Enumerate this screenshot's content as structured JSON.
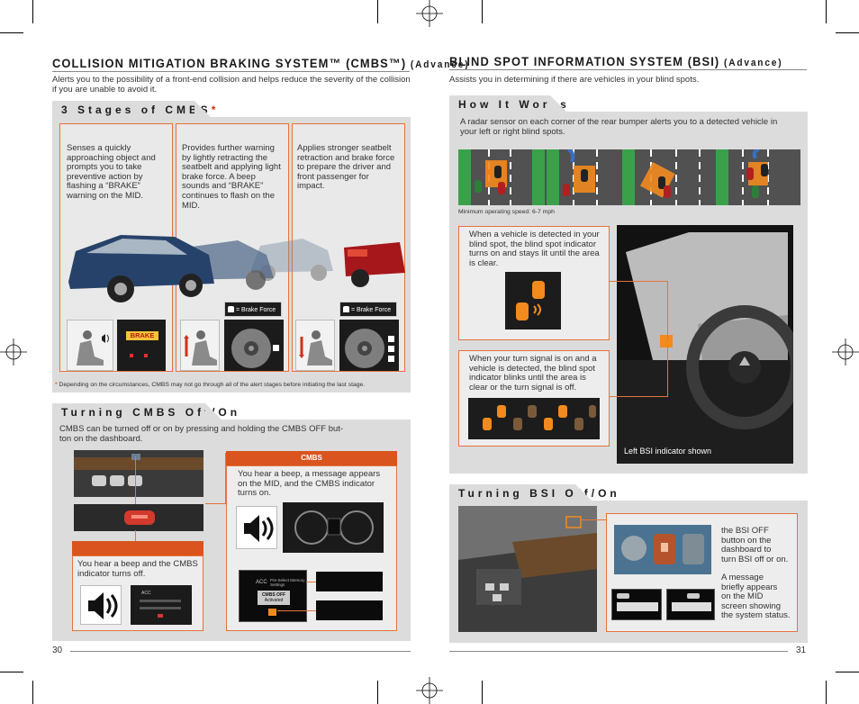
{
  "left_page": {
    "title": "COLLISION MITIGATION BRAKING SYSTEM™ (CMBS™)",
    "title_suffix": "(Advance)",
    "intro": "Alerts you to the possibility of a front-end collision and helps reduce the severity of the collision if you are unable to avoid it.",
    "stages_heading": "3 Stages of CMBS",
    "stages_heading_mark": "*",
    "stages": [
      {
        "text": "Senses a quickly approaching object and prompts you to take preventive action by flashing a “BRAKE” warning on the MID."
      },
      {
        "text": "Provides further warning by lightly retracting the seatbelt and applying light brake force. A beep sounds and “BRAKE” continues to flash on the MID."
      },
      {
        "text": "Applies stronger seatbelt retraction and brake force to prepare the driver and front passenger for impact."
      }
    ],
    "brake_label": "BRAKE",
    "legend_label": "= Brake Force",
    "footnote_mark": "*",
    "footnote": "Depending on the circumstances, CMBS may not go through all of the alert stages before initiating the last stage.",
    "onoff_heading": "Turning CMBS Off/On",
    "onoff_intro": "CMBS can be turned off or on by pressing and holding the CMBS OFF button on the dashboard.",
    "onoff_intro_line1": "CMBS can be turned off or on by pressing and holding the CMBS OFF but-",
    "onoff_intro_line2": "ton on the dashboard.",
    "cmbs_bar_label": "CMBS",
    "beep_message": "You hear a beep, a message appears on the MID, and the CMBS indicator turns on.",
    "beep_off": "You hear a beep and the CMBS indicator turns off.",
    "mid_acc": "ACC",
    "mid_msg_title": "CMBS OFF",
    "mid_msg_sub": "Activated",
    "mid_menu": "Pre-Select Memory Settings",
    "page_number": "30"
  },
  "right_page": {
    "title": "BLIND SPOT INFORMATION SYSTEM (BSI)",
    "title_suffix": "(Advance)",
    "intro": "Assists you in determining if there are vehicles in your blind spots.",
    "how_heading": "How It Works",
    "how_text": "A radar sensor on each corner of the rear bumper alerts you to a detected vehicle in your left or right blind spots.",
    "min_speed": "Minimum operating speed: 6-7 mph",
    "callout1": "When a vehicle is detected in your blind spot, the blind spot indicator turns on and stays lit until the area is clear.",
    "callout2": "When your turn signal is on and a vehicle is detected, the blind spot indicator blinks until the area is clear or the turn signal is off.",
    "indicator_caption": "Left BSI indicator shown",
    "onoff_heading": "Turning BSI Off/On",
    "bsi_text1": "the BSI OFF button on the dashboard to turn BSI off or on.",
    "bsi_text2": "A message briefly appears on the MID screen showing the system status.",
    "bsi_line1": "the BSI OFF",
    "bsi_line2": "button on the",
    "bsi_line3": "dashboard to",
    "bsi_line4": "turn BSI off or on.",
    "bsi_line5": "A message",
    "bsi_line6": "briefly appears",
    "bsi_line7": "on the MID",
    "bsi_line8": "screen showing",
    "bsi_line9": "the system status.",
    "page_number": "31"
  },
  "colors": {
    "accent_orange": "#e6733c",
    "panel_gray": "#dcdcdc",
    "indicator_amber": "#f28a1e",
    "warning_red": "#d0311a"
  }
}
